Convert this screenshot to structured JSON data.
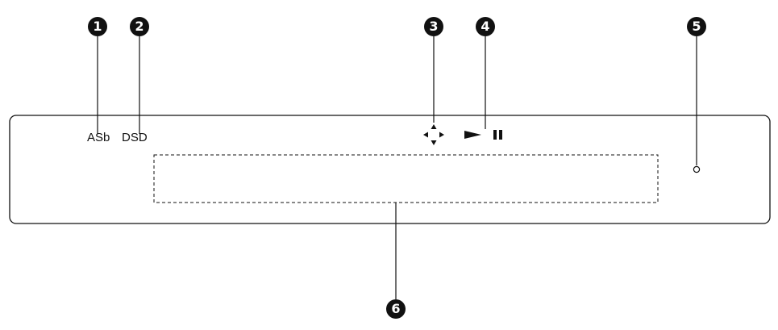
{
  "callouts": {
    "c1": "1",
    "c2": "2",
    "c3": "3",
    "c4": "4",
    "c5": "5",
    "c6": "6"
  },
  "indicators": {
    "asb": "ASb",
    "dsd": "DSD"
  },
  "icons": {
    "cursor": "cursor-arrows-icon",
    "play": "play-icon",
    "pause": "pause-icon",
    "standby": "standby-indicator-icon"
  },
  "colors": {
    "line": "#111111",
    "background": "#ffffff"
  }
}
